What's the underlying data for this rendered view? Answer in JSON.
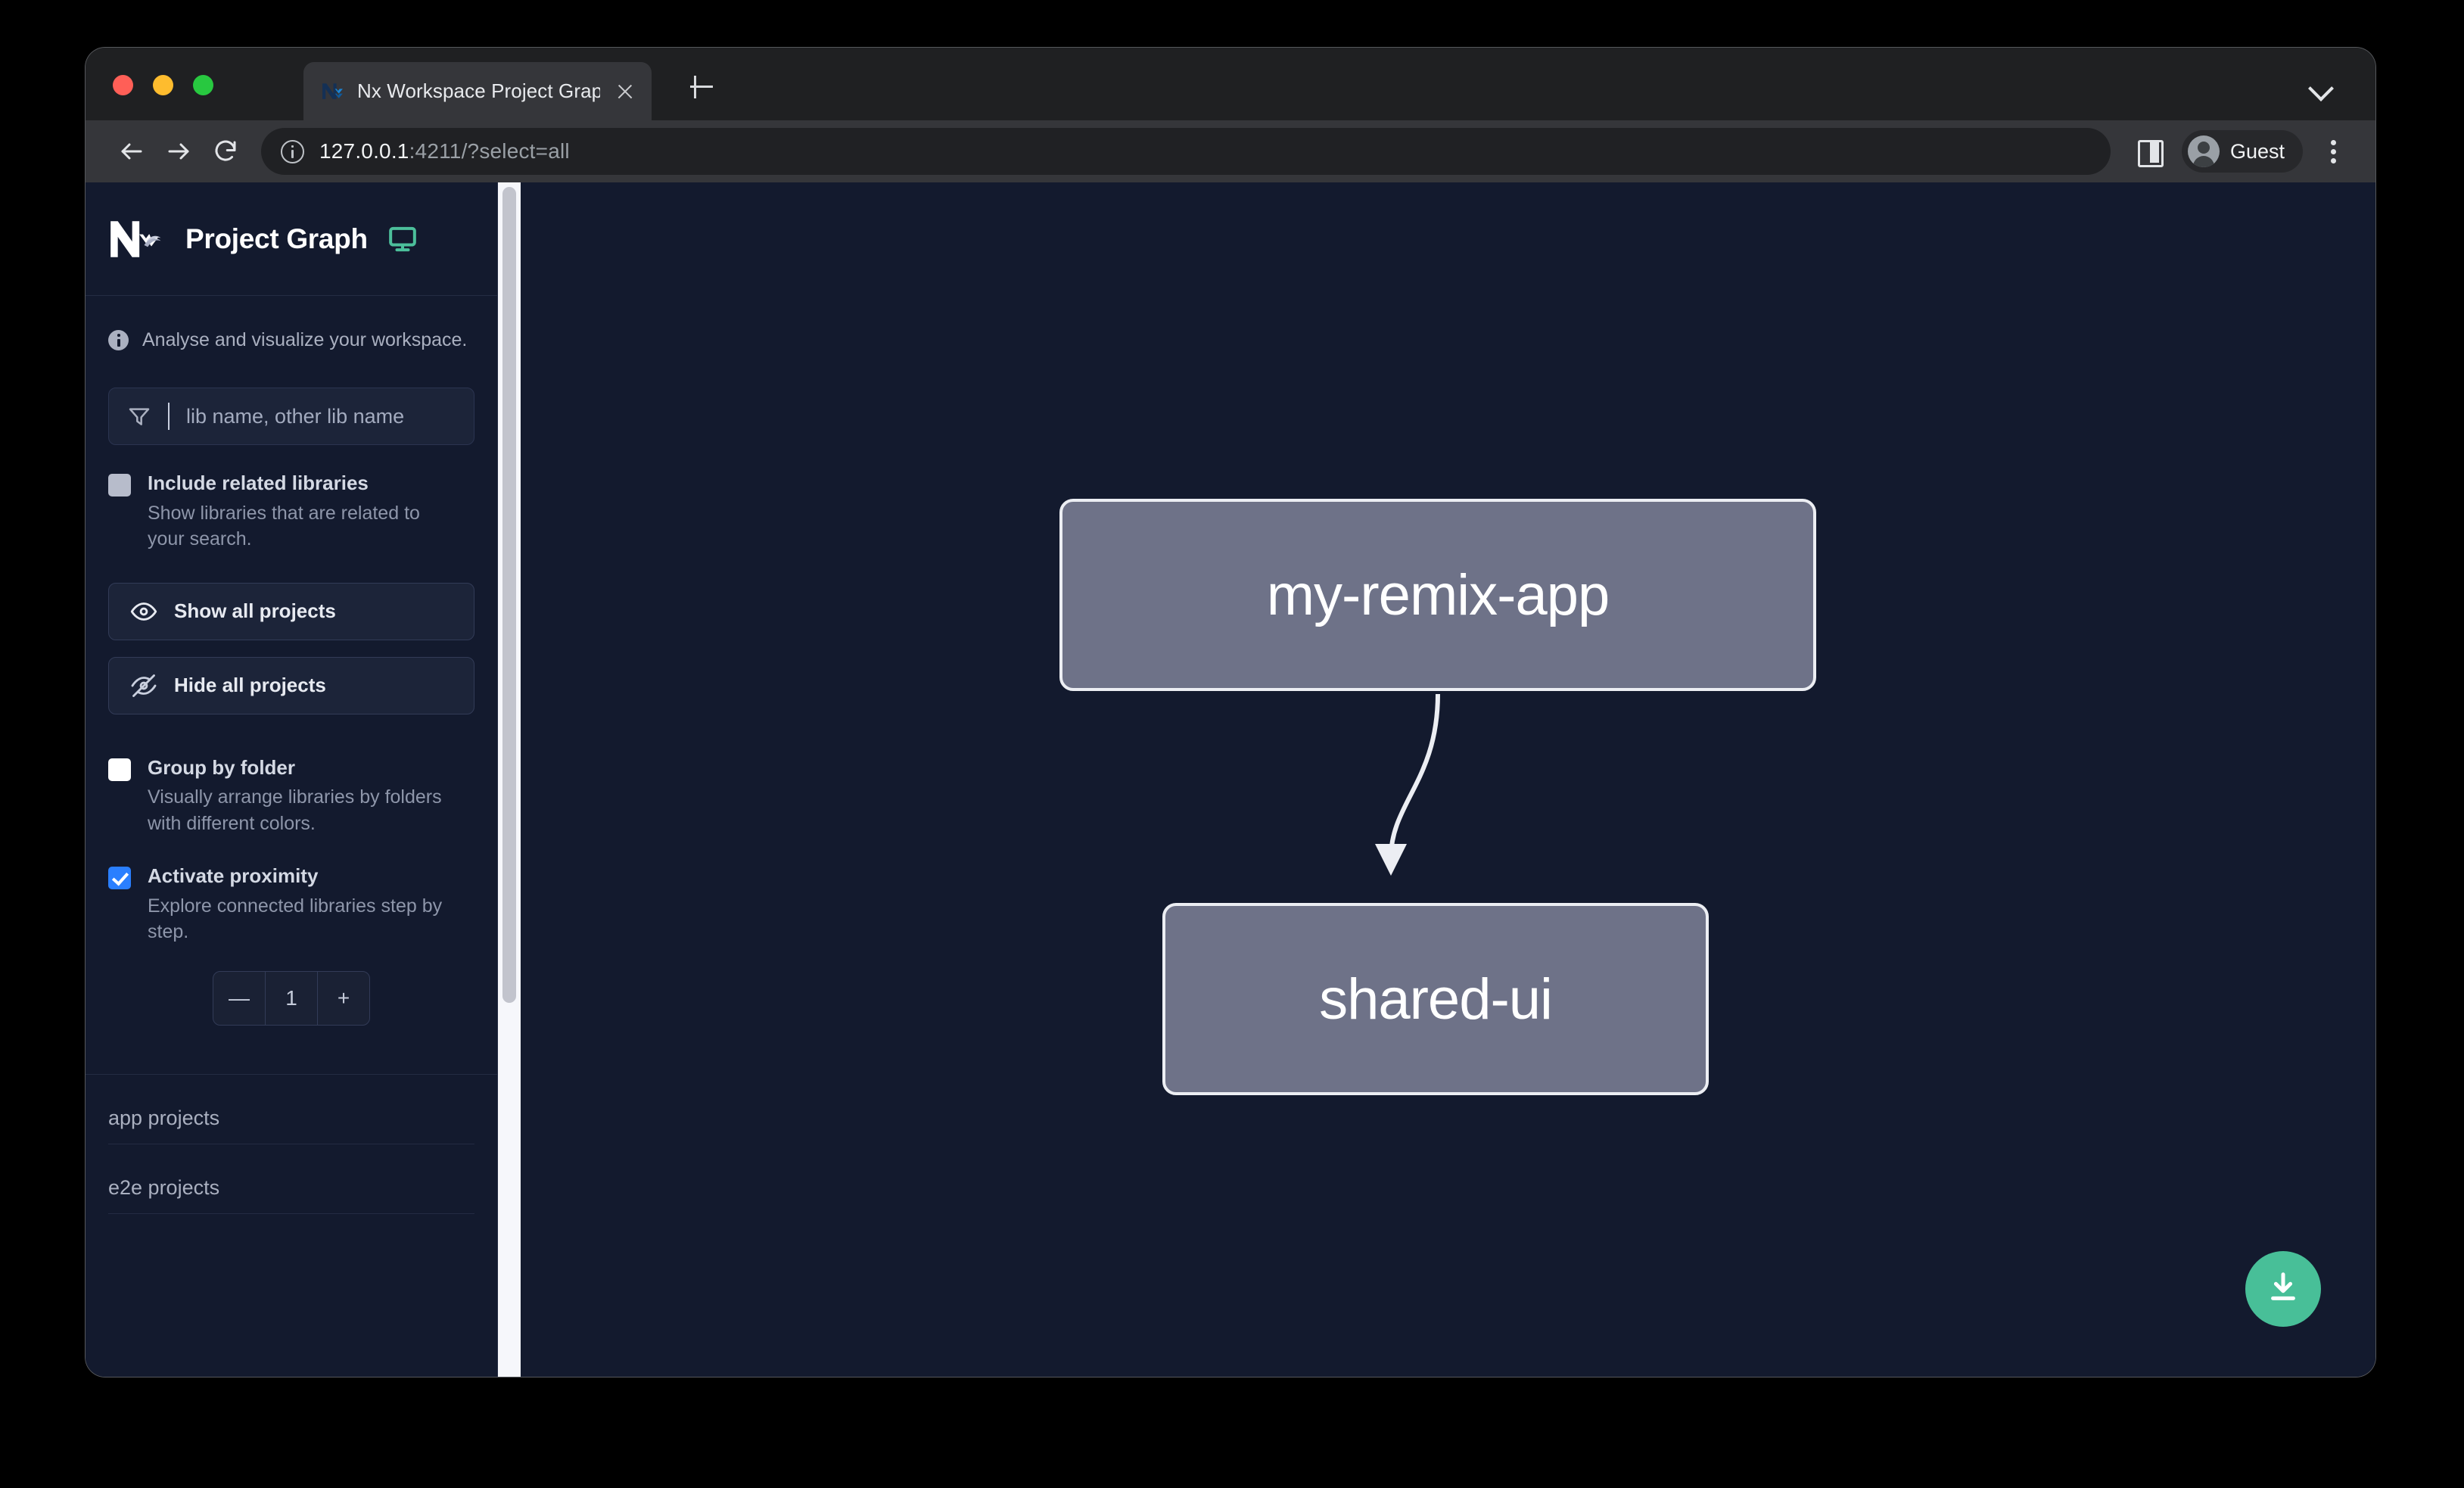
{
  "browser": {
    "tab": {
      "favicon": "nx-favicon-icon",
      "title": "Nx Workspace Project Graph",
      "close_icon": "close-icon"
    },
    "new_tab_icon": "plus-icon",
    "window_chevron_icon": "chevron-down-icon",
    "toolbar": {
      "back_icon": "back-arrow-icon",
      "forward_icon": "forward-arrow-icon",
      "reload_icon": "reload-icon",
      "info_icon": "info-circle-icon",
      "url_host": "127.0.0.1",
      "url_rest": ":4211/?select=all",
      "sidepanel_icon": "side-panel-icon",
      "avatar_icon": "avatar-icon",
      "profile_label": "Guest",
      "kebab_icon": "kebab-menu-icon"
    }
  },
  "sidebar": {
    "logo_icon": "nx-logo-icon",
    "title": "Project Graph",
    "monitor_icon": "monitor-icon",
    "tagline_icon": "info-icon",
    "tagline": "Analyse and visualize your workspace.",
    "filter": {
      "icon": "funnel-filter-icon",
      "placeholder": "lib name, other lib name",
      "value": ""
    },
    "options": [
      {
        "id": "include-related-libraries",
        "label": "Include related libraries",
        "description": "Show libraries that are related to your search.",
        "checked": false,
        "checkbox_style": "grey"
      },
      {
        "id": "group-by-folder",
        "label": "Group by folder",
        "description": "Visually arrange libraries by folders with different colors.",
        "checked": false,
        "checkbox_style": "white"
      },
      {
        "id": "activate-proximity",
        "label": "Activate proximity",
        "description": "Explore connected libraries step by step.",
        "checked": true,
        "checkbox_style": "blue"
      }
    ],
    "buttons": [
      {
        "id": "show-all-projects",
        "label": "Show all projects",
        "icon": "eye-icon"
      },
      {
        "id": "hide-all-projects",
        "label": "Hide all projects",
        "icon": "eye-off-icon"
      }
    ],
    "stepper": {
      "decrement_label": "—",
      "value": "1",
      "increment_label": "+"
    },
    "sections": [
      {
        "id": "app-projects",
        "label": "app projects"
      },
      {
        "id": "e2e-projects",
        "label": "e2e projects"
      }
    ]
  },
  "canvas": {
    "background_color": "#131a2e",
    "node_fill": "#6e7288",
    "node_border": "#eceef3",
    "nodes": [
      {
        "id": "my-remix-app",
        "label": "my-remix-app"
      },
      {
        "id": "shared-ui",
        "label": "shared-ui"
      }
    ],
    "edges": [
      {
        "from": "my-remix-app",
        "to": "shared-ui"
      }
    ],
    "download_button": {
      "icon": "download-icon",
      "color": "#48bf98"
    }
  },
  "colors": {
    "accent_green": "#48bf98",
    "accent_blue": "#2a7fff",
    "sidebar_bg": "#131a2e",
    "canvas_bg": "#131a2e"
  }
}
